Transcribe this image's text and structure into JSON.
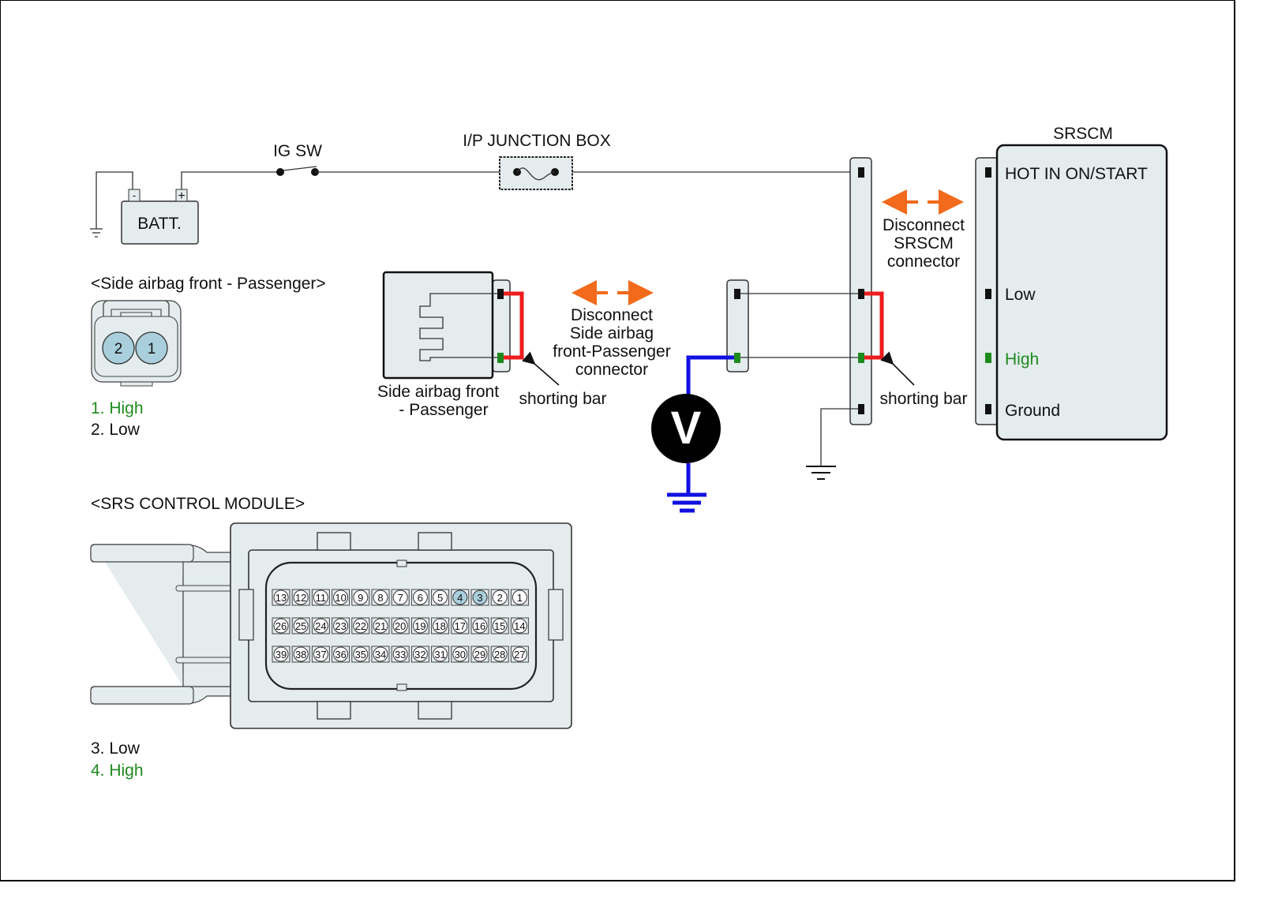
{
  "diagram": {
    "battery": {
      "label": "BATT.",
      "neg_terminal": "-",
      "pos_terminal": "+"
    },
    "ignition_switch": {
      "label": "IG SW"
    },
    "junction_box": {
      "label": "I/P JUNCTION BOX"
    },
    "srscm": {
      "title": "SRSCM",
      "pins": [
        {
          "label": "HOT IN ON/START",
          "color": "#111111"
        },
        {
          "label": "Low",
          "color": "#111111"
        },
        {
          "label": "High",
          "color": "#1e8a1e"
        },
        {
          "label": "Ground",
          "color": "#111111"
        }
      ]
    },
    "disconnect_srscm": {
      "lines": [
        "Disconnect",
        "SRSCM",
        "connector"
      ]
    },
    "disconnect_airbag": {
      "lines": [
        "Disconnect",
        "Side airbag",
        "front-Passenger",
        "connector"
      ]
    },
    "shorting_bar_left": {
      "label": "shorting bar"
    },
    "shorting_bar_right": {
      "label": "shorting bar"
    },
    "airbag_component": {
      "lines": [
        "Side airbag front",
        "- Passenger"
      ]
    },
    "voltmeter": {
      "symbol": "V"
    },
    "side_airbag_connector": {
      "title": "<Side airbag front - Passenger>",
      "pins_shown": [
        "2",
        "1"
      ],
      "legend": [
        {
          "text": "1. High",
          "color": "#1e8a1e"
        },
        {
          "text": "2. Low",
          "color": "#111111"
        }
      ]
    },
    "srs_control_module": {
      "title": "<SRS CONTROL MODULE>",
      "rows": [
        [
          "13",
          "12",
          "11",
          "10",
          "9",
          "8",
          "7",
          "6",
          "5",
          "4",
          "3",
          "2",
          "1"
        ],
        [
          "26",
          "25",
          "24",
          "23",
          "22",
          "21",
          "20",
          "19",
          "18",
          "17",
          "16",
          "15",
          "14"
        ],
        [
          "39",
          "38",
          "37",
          "36",
          "35",
          "34",
          "33",
          "32",
          "31",
          "30",
          "29",
          "28",
          "27"
        ]
      ],
      "highlighted_pins": [
        "4",
        "3"
      ],
      "legend": [
        {
          "text": "3. Low",
          "color": "#111111"
        },
        {
          "text": "4. High",
          "color": "#1e8a1e"
        }
      ]
    },
    "colors": {
      "shorting_bar": "#ee1c1c",
      "meter_wire": "#1010e0",
      "high_pin": "#1e8a1e",
      "arrow": "#f26a1b",
      "component_fill": "#e4ecee",
      "highlight_pin": "#a9cfdc"
    }
  }
}
